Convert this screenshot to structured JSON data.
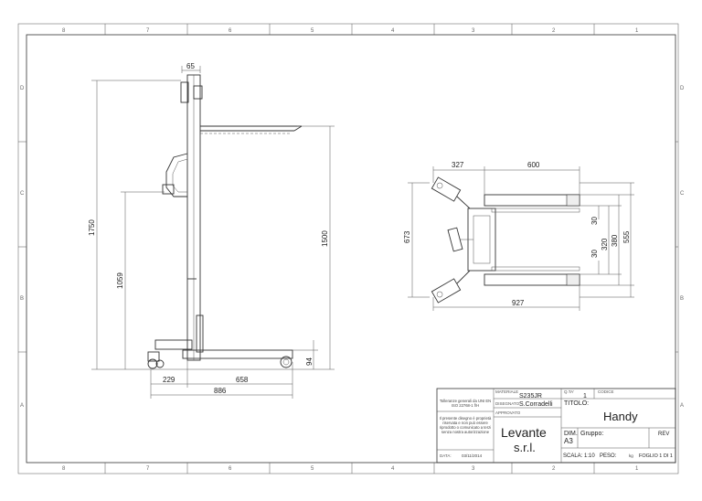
{
  "zones": {
    "columns": [
      "8",
      "7",
      "6",
      "5",
      "4",
      "3",
      "2",
      "1"
    ],
    "rows": [
      "D",
      "C",
      "B",
      "A"
    ]
  },
  "dimensions": {
    "side_view": [
      "65",
      "1750",
      "1500",
      "1059",
      "94",
      "229",
      "658",
      "886"
    ],
    "top_view": [
      "327",
      "600",
      "673",
      "30",
      "320",
      "380",
      "30",
      "555",
      "927"
    ]
  },
  "title_block": {
    "note_top": "Tolleranze generali da UNI EN ISO 22768-1 f/H",
    "note_bottom": "Il presente disegno è proprietà riservata e non può essere riprodotto o comunicato a terzi senza nostra autorizzazione",
    "materiale_label": "MATERIALE",
    "materiale_value": "S235JR",
    "qta_label": "Q.TA'",
    "qta_value": "1",
    "codice_label": "CODICE",
    "designato_label": "DISEGNATO",
    "designato_value": "S.Corradelli",
    "approvato_label": "APPROVATO",
    "titolo_label": "TITOLO:",
    "title_value": "Handy",
    "company_line1": "Levante",
    "company_line2": "s.r.l.",
    "dim_label": "DIM.",
    "dim_value": "A3",
    "gruppo_label": "Gruppo:",
    "rev_label": "REV",
    "data_label": "DATA:",
    "data_value": "03/11/2014",
    "scala": "SCALA: 1:10",
    "peso": "PESO:",
    "peso_unit": "kg",
    "foglio": "FOGLIO 1 DI 1"
  }
}
